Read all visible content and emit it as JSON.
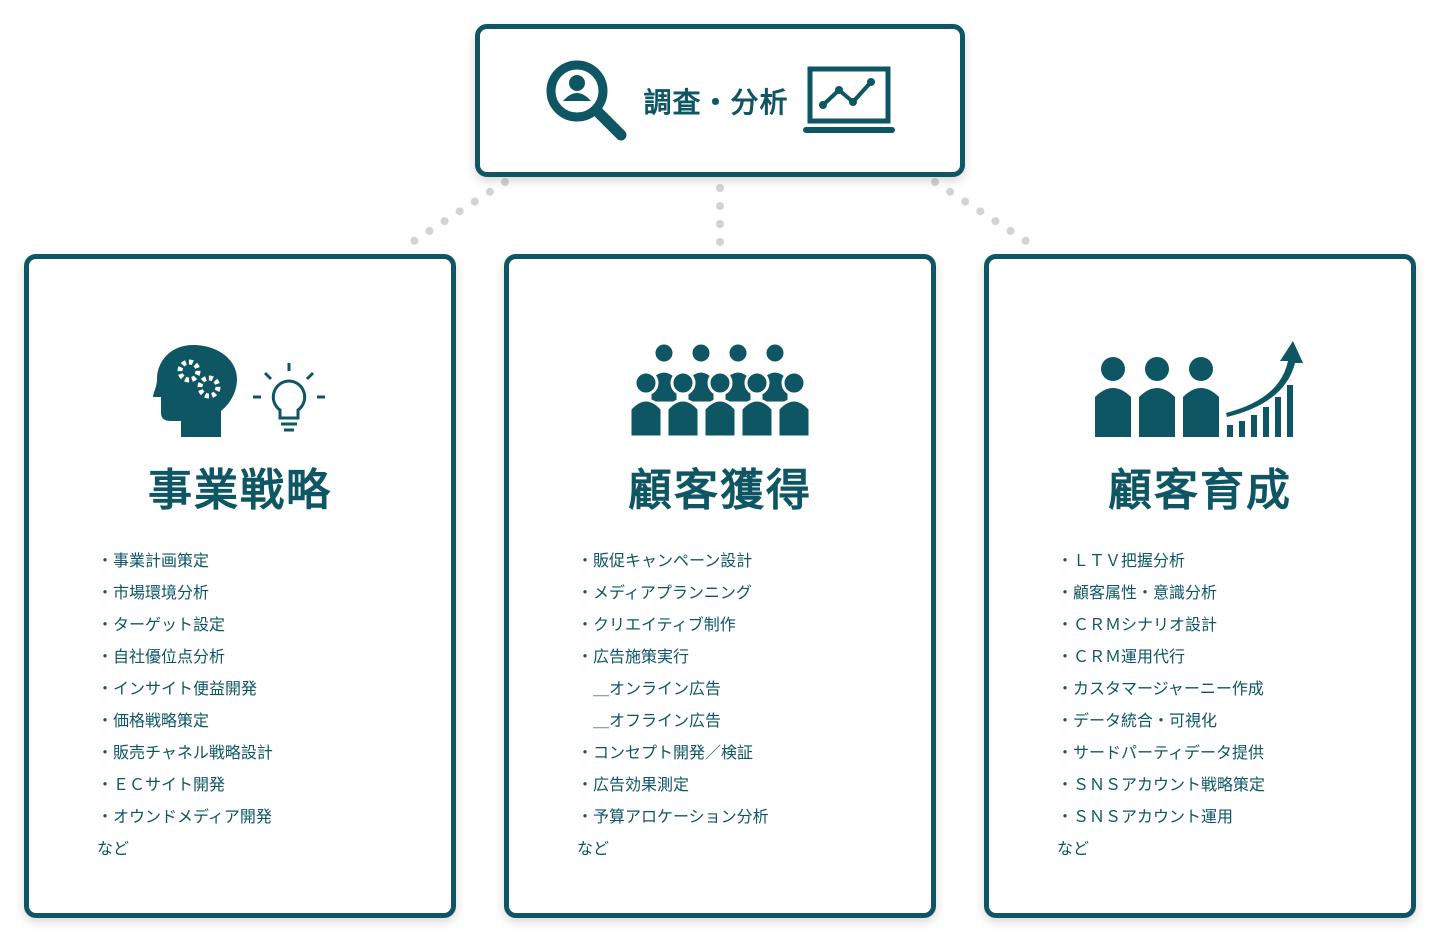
{
  "top": {
    "title": "調査・分析"
  },
  "cards": [
    {
      "title": "事業戦略",
      "items": [
        "・事業計画策定",
        "・市場環境分析",
        "・ターゲット設定",
        "・自社優位点分析",
        "・インサイト便益開発",
        "・価格戦略策定",
        "・販売チャネル戦略設計",
        "・ＥＣサイト開発",
        "・オウンドメディア開発"
      ],
      "etc": "など"
    },
    {
      "title": "顧客獲得",
      "items": [
        "・販促キャンペーン設計",
        "・メディアプランニング",
        "・クリエイティブ制作",
        "・広告施策実行",
        "　＿オンライン広告",
        "　＿オフライン広告",
        "・コンセプト開発／検証",
        "・広告効果測定",
        "・予算アロケーション分析"
      ],
      "etc": "など"
    },
    {
      "title": "顧客育成",
      "items": [
        "・ＬＴＶ把握分析",
        "・顧客属性・意識分析",
        "・ＣＲＭシナリオ設計",
        "・ＣＲＭ運用代行",
        "・カスタマージャーニー作成",
        "・データ統合・可視化",
        "・サードパーティデータ提供",
        "・ＳＮＳアカウント戦略策定",
        "・ＳＮＳアカウント運用"
      ],
      "etc": "など"
    }
  ],
  "colors": {
    "primary": "#0e5663",
    "connector": "#d0d0d0"
  }
}
